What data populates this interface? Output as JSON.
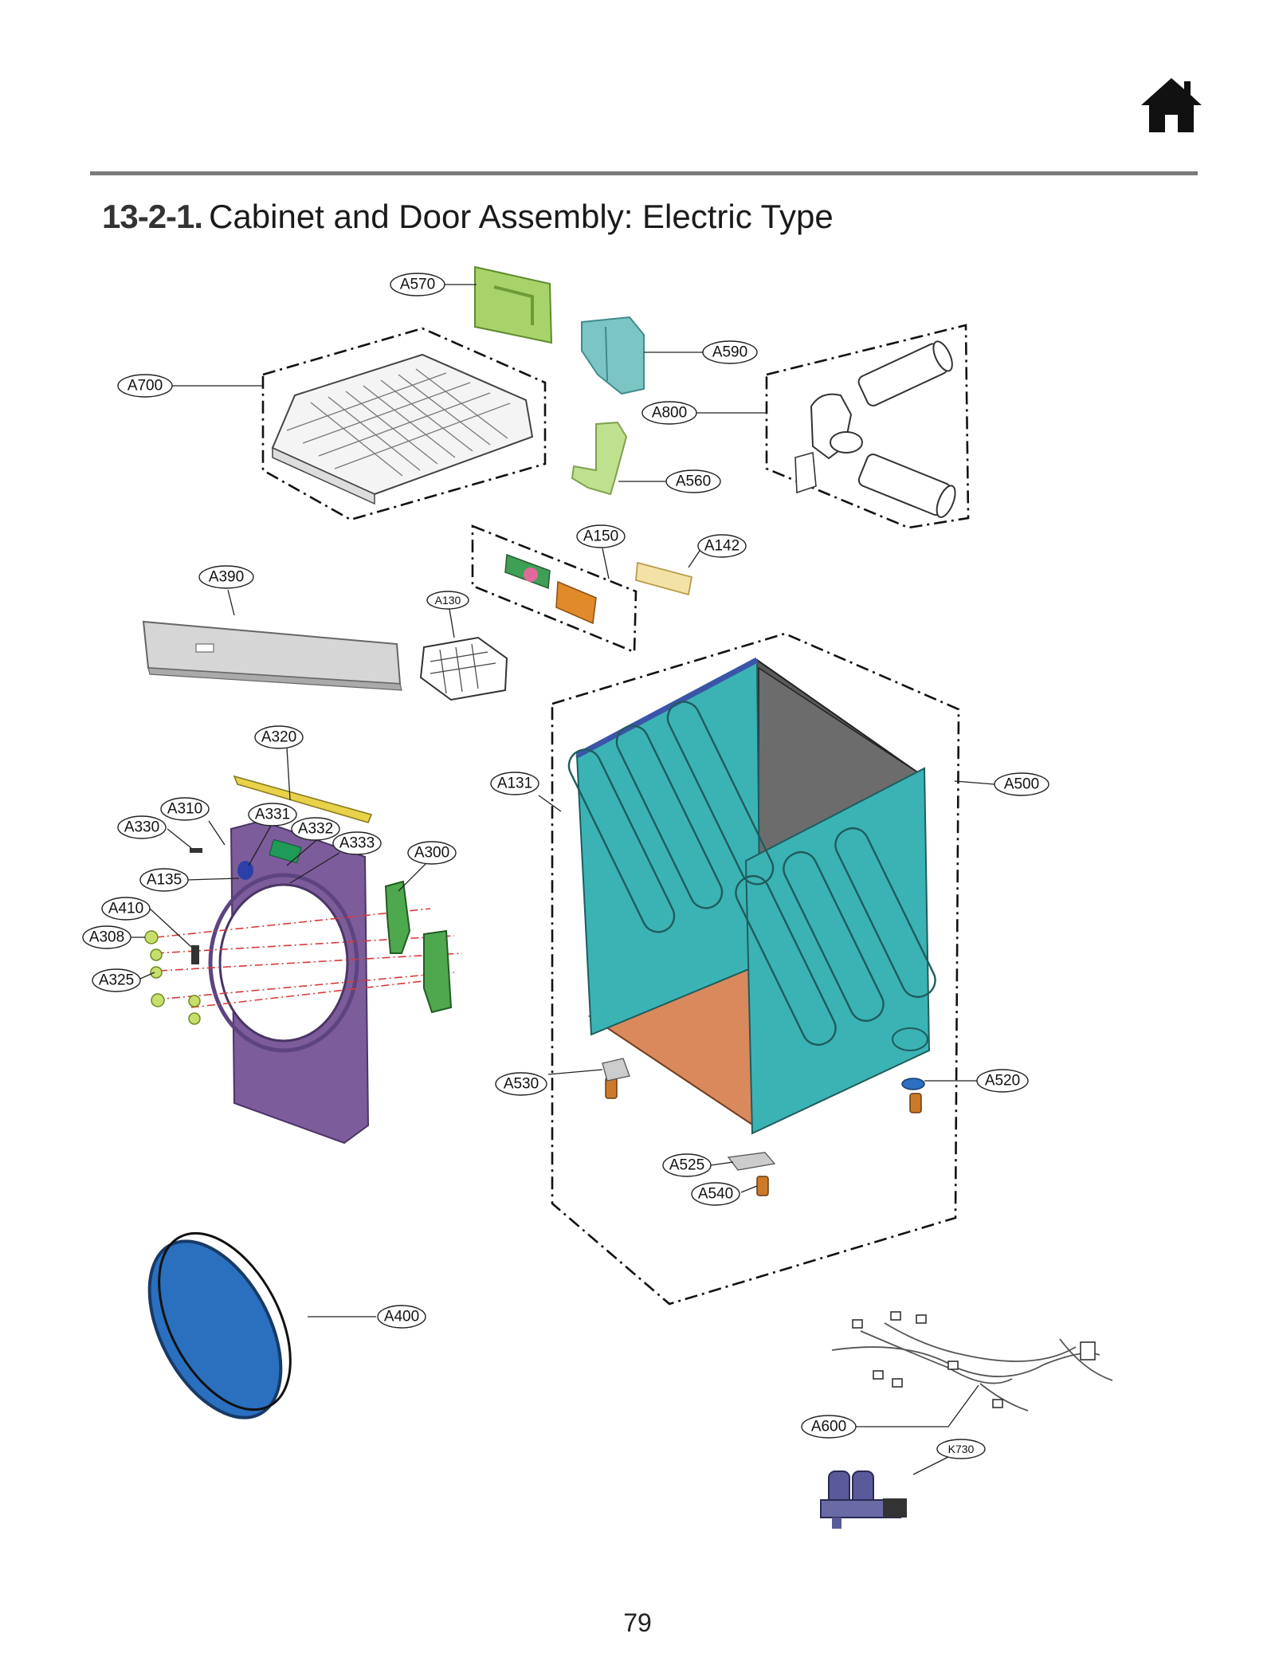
{
  "header": {
    "home_icon": "home-icon",
    "section_number": "13-2-1.",
    "section_title": "Cabinet and Door Assembly: Electric Type"
  },
  "callouts": {
    "a570": "A570",
    "a590": "A590",
    "a700": "A700",
    "a800": "A800",
    "a560": "A560",
    "a150": "A150",
    "a142": "A142",
    "a390": "A390",
    "a130": "A130",
    "a320": "A320",
    "a131": "A131",
    "a500": "A500",
    "a310": "A310",
    "a331": "A331",
    "a330": "A330",
    "a332": "A332",
    "a333": "A333",
    "a300": "A300",
    "a135": "A135",
    "a410": "A410",
    "a308": "A308",
    "a325": "A325",
    "a530": "A530",
    "a520": "A520",
    "a525": "A525",
    "a540": "A540",
    "a400": "A400",
    "a600": "A600",
    "k730": "K730"
  },
  "colors": {
    "cabinet": "#3bb3b5",
    "base": "#d9895c",
    "door_panel": "#7d5c9c",
    "door_glass": "#2b6fbf",
    "top_tray": "#f4f4f4",
    "bracket_green": "#a8d26a",
    "duct_teal": "#7bc6c4"
  },
  "footer": {
    "page_number": "79"
  }
}
